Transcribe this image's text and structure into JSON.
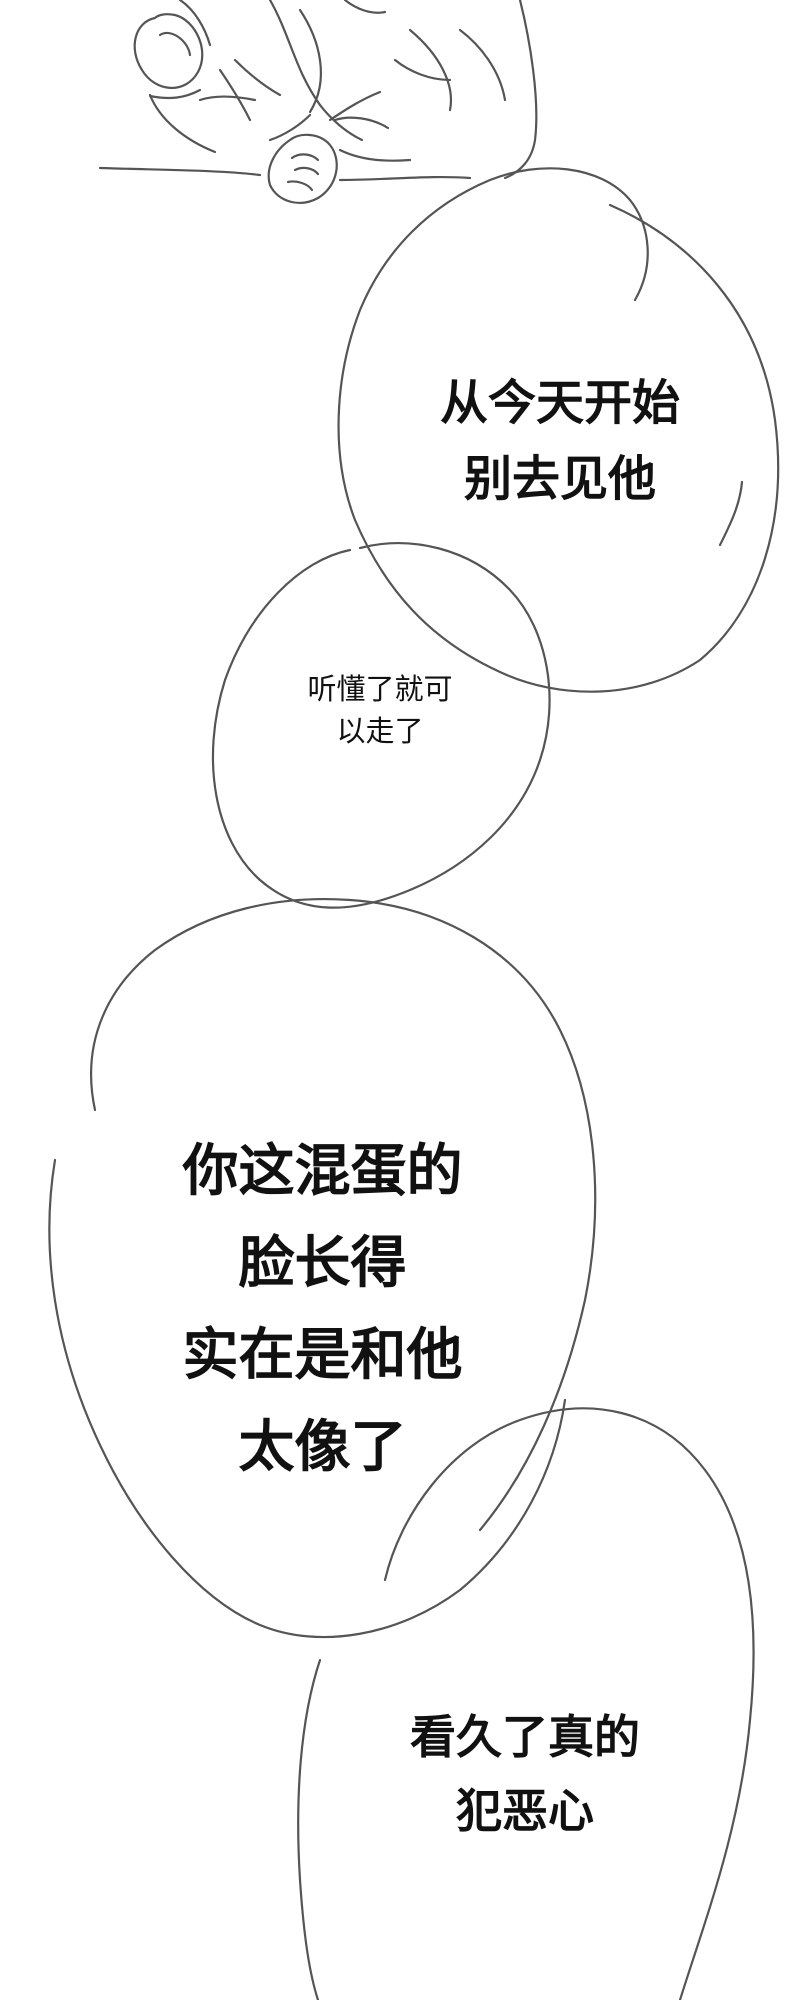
{
  "panel": {
    "bubbles": [
      {
        "id": "bubble-1",
        "lines": [
          "从今天开始",
          "别去见他"
        ]
      },
      {
        "id": "bubble-2",
        "lines": [
          "听懂了就可",
          "以走了"
        ]
      },
      {
        "id": "bubble-3",
        "lines": [
          "你这混蛋的",
          "脸长得",
          "实在是和他",
          "太像了"
        ]
      },
      {
        "id": "bubble-4",
        "lines": [
          "看久了真的",
          "犯恶心"
        ]
      }
    ]
  },
  "style": {
    "background": "#ffffff",
    "ink": "#111111",
    "line": "#555555"
  }
}
